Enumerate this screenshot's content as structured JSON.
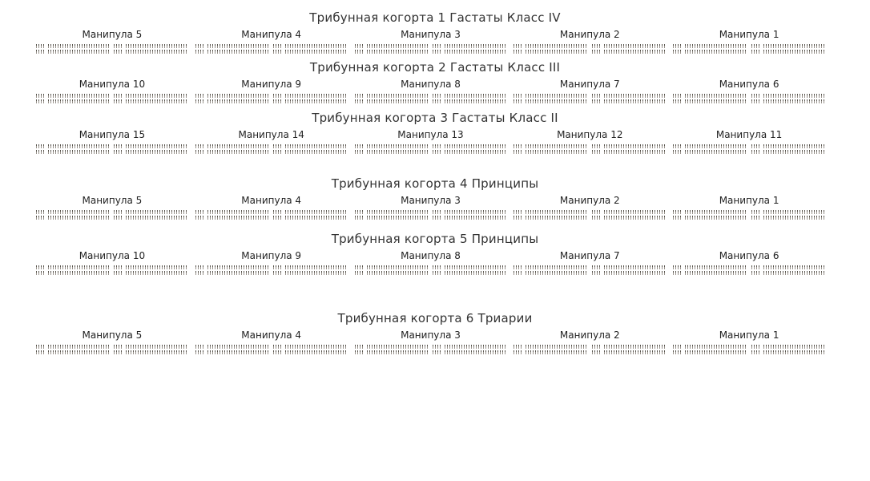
{
  "colors": {
    "background": "#ffffff",
    "title_text": "#333333",
    "label_text": "#222222",
    "soldier_head": "#57534c",
    "soldier_body": "#97918a"
  },
  "formation": {
    "cohorts": [
      {
        "title": "Трибунная когорта 1 Гастаты Класс IV",
        "maniples": [
          {
            "label": "Манипула 5"
          },
          {
            "label": "Манипула 4"
          },
          {
            "label": "Манипула 3"
          },
          {
            "label": "Манипула 2"
          },
          {
            "label": "Манипула 1"
          }
        ]
      },
      {
        "title": "Трибунная когорта 2 Гастаты Класс III",
        "maniples": [
          {
            "label": "Манипула 10"
          },
          {
            "label": "Манипула 9"
          },
          {
            "label": "Манипула 8"
          },
          {
            "label": "Манипула 7"
          },
          {
            "label": "Манипула 6"
          }
        ]
      },
      {
        "title": "Трибунная когорта 3 Гастаты Класс II",
        "maniples": [
          {
            "label": "Манипула 15"
          },
          {
            "label": "Манипула 14"
          },
          {
            "label": "Манипула 13"
          },
          {
            "label": "Манипула 12"
          },
          {
            "label": "Манипула 11"
          }
        ]
      },
      {
        "title": "Трибунная когорта 4 Принципы",
        "maniples": [
          {
            "label": "Манипула 5"
          },
          {
            "label": "Манипула 4"
          },
          {
            "label": "Манипула 3"
          },
          {
            "label": "Манипула 2"
          },
          {
            "label": "Манипула 1"
          }
        ]
      },
      {
        "title": "Трибунная когорта 5 Принципы",
        "maniples": [
          {
            "label": "Манипула 10"
          },
          {
            "label": "Манипула 9"
          },
          {
            "label": "Манипула 8"
          },
          {
            "label": "Манипула 7"
          },
          {
            "label": "Манипула 6"
          }
        ]
      },
      {
        "title": "Трибунная когорта 6 Триарии",
        "maniples": [
          {
            "label": "Манипула 5"
          },
          {
            "label": "Манипула 4"
          },
          {
            "label": "Манипула 3"
          },
          {
            "label": "Манипула 2"
          },
          {
            "label": "Манипула 1"
          }
        ]
      }
    ],
    "unit_structure": {
      "centuries_per_maniple": 2,
      "ranks_per_century": 2,
      "figures_per_rank": 30
    }
  }
}
